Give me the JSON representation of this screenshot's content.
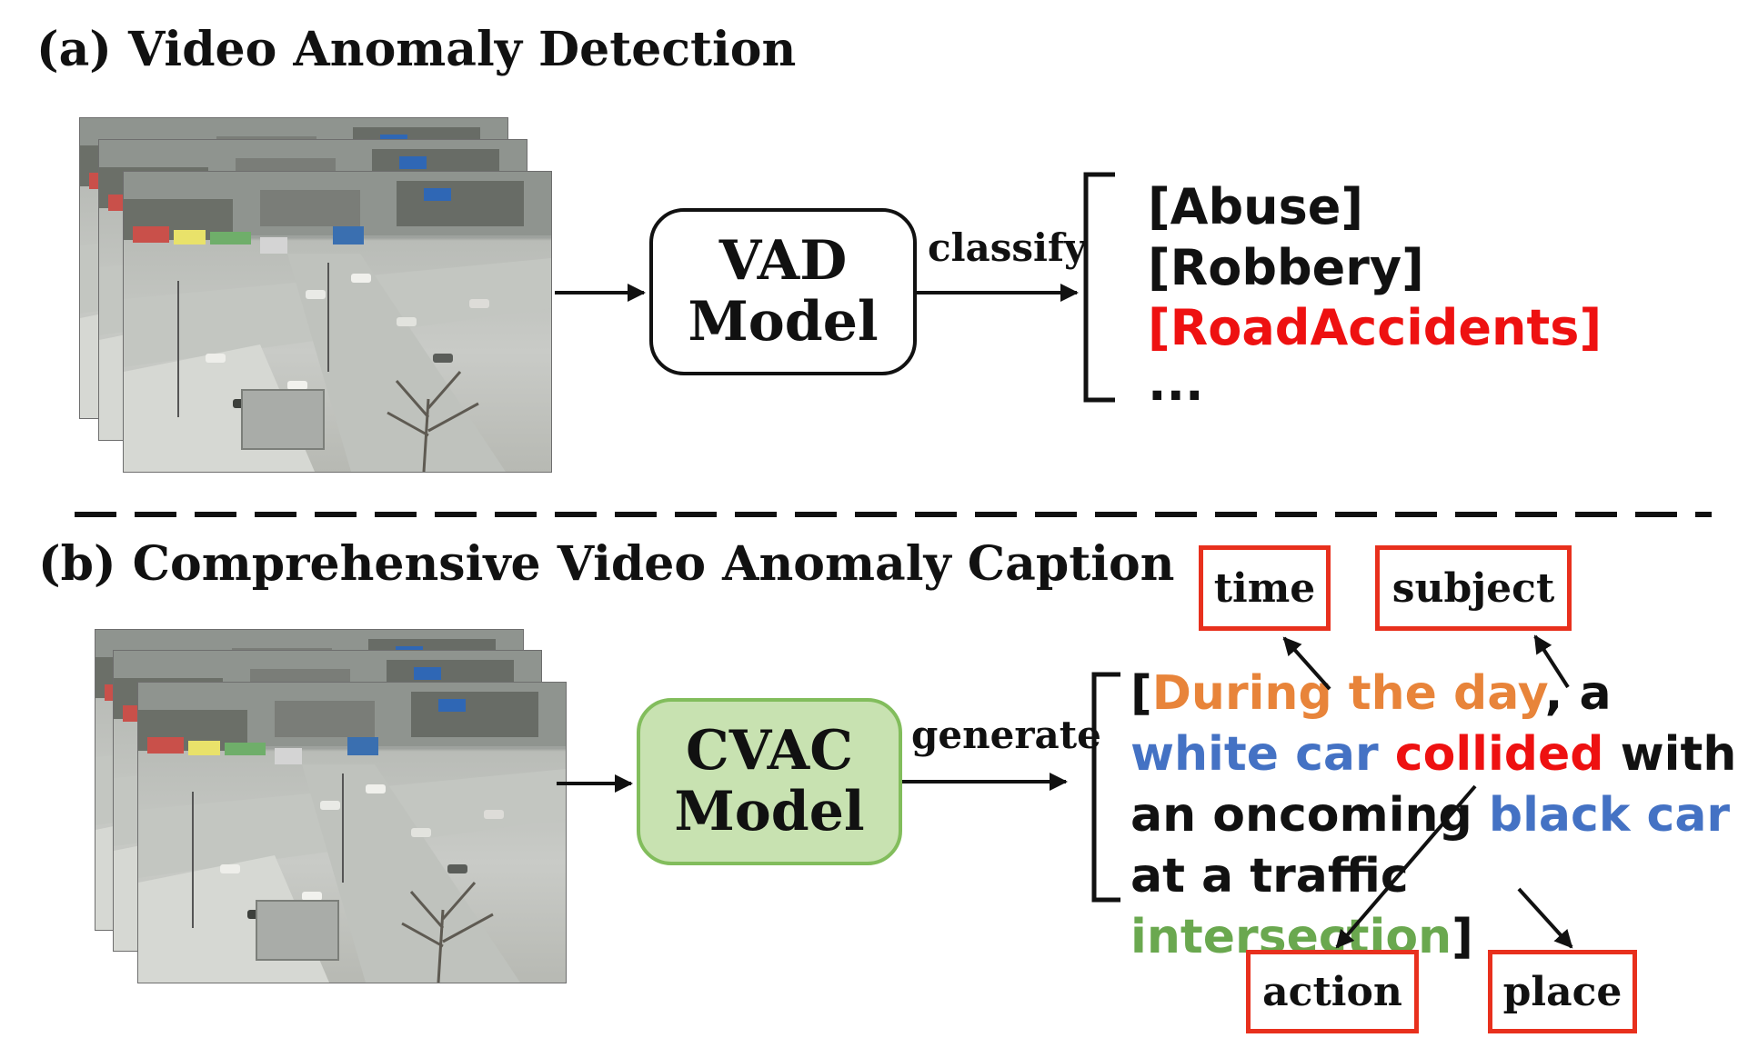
{
  "section_a": {
    "title": "(a) Video Anomaly Detection"
  },
  "section_b": {
    "title": "(b) Comprehensive Video Anomaly Caption"
  },
  "vad_model": {
    "line1": "VAD",
    "line2": "Model"
  },
  "cvac_model": {
    "line1": "CVAC",
    "line2": "Model"
  },
  "edges": {
    "classify": "classify",
    "generate": "generate"
  },
  "classes": [
    "[Abuse]",
    "[Robbery]",
    "[RoadAccidents]",
    "..."
  ],
  "caption": {
    "lines": [
      [
        {
          "text": "[",
          "role": "plain"
        },
        {
          "text": "During the day",
          "role": "time"
        },
        {
          "text": ", a",
          "role": "plain"
        }
      ],
      [
        {
          "text": "white car",
          "role": "subject"
        },
        {
          "text": " ",
          "role": "plain"
        },
        {
          "text": "collided",
          "role": "action"
        },
        {
          "text": " with",
          "role": "plain"
        }
      ],
      [
        {
          "text": "an oncoming ",
          "role": "plain"
        },
        {
          "text": "black car",
          "role": "subject"
        }
      ],
      [
        {
          "text": "at a traffic",
          "role": "plain"
        }
      ],
      [
        {
          "text": "intersection",
          "role": "place"
        },
        {
          "text": "]",
          "role": "plain"
        }
      ]
    ]
  },
  "tags": {
    "time": "time",
    "subject": "subject",
    "action": "action",
    "place": "place"
  },
  "colors": {
    "time": "#e8843a",
    "subject": "#4472c4",
    "action": "#ee1111",
    "place": "#6aa84f",
    "highlight_class": "#ee1111",
    "tag_border": "#e8301d",
    "cvac_fill": "#c8e2b1",
    "cvac_border": "#82bd5c"
  },
  "icons": {
    "frames": "video-frames-icon"
  }
}
